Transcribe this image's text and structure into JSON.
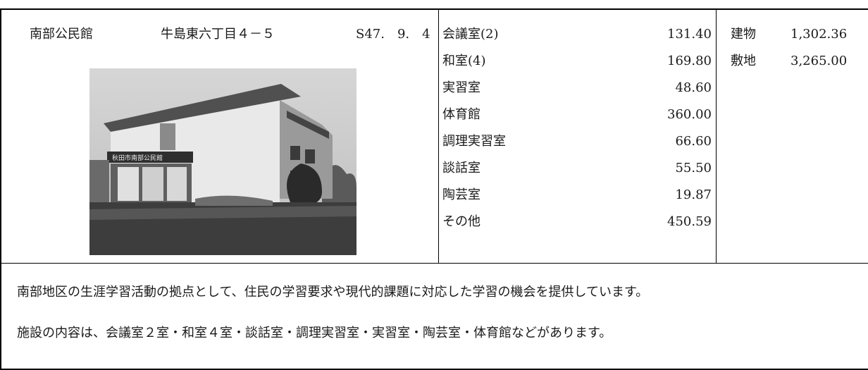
{
  "facility": {
    "name": "南部公民館",
    "address": "牛島東六丁目４－５",
    "opened": "S47.　9.　4"
  },
  "photo": {
    "sign_text": "秋田市南部公民館"
  },
  "rooms": [
    {
      "name": "会議室(2)",
      "area": "131.40"
    },
    {
      "name": "和室(4)",
      "area": "169.80"
    },
    {
      "name": "実習室",
      "area": "48.60"
    },
    {
      "name": "体育館",
      "area": "360.00"
    },
    {
      "name": "調理実習室",
      "area": "66.60"
    },
    {
      "name": "談話室",
      "area": "55.50"
    },
    {
      "name": "陶芸室",
      "area": "19.87"
    },
    {
      "name": "その他",
      "area": "450.59"
    }
  ],
  "totals": [
    {
      "label": "建物",
      "value": "1,302.36"
    },
    {
      "label": "敷地",
      "value": "3,265.00"
    }
  ],
  "description": {
    "p1": "　南部地区の生涯学習活動の拠点として、住民の学習要求や現代的課題に対応した学習の機会を提供しています。",
    "p2": "　施設の内容は、会議室２室・和室４室・談話室・調理実習室・実習室・陶芸室・体育館などがあります。"
  }
}
